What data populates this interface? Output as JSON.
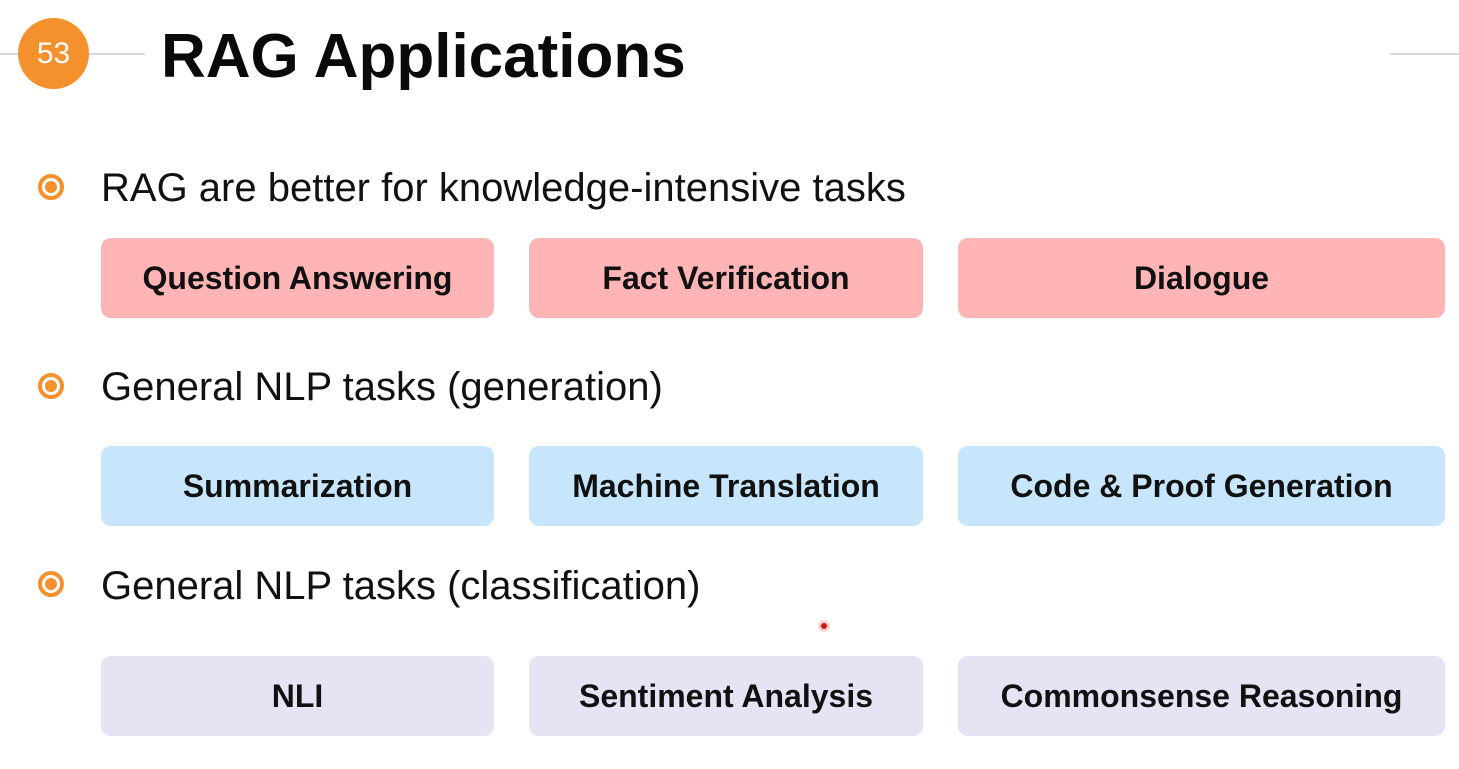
{
  "slide": {
    "number": "53",
    "title": "RAG Applications"
  },
  "sections": [
    {
      "heading": "RAG are better for knowledge-intensive tasks",
      "color": "#ffb5b5",
      "items": [
        "Question Answering",
        "Fact Verification",
        "Dialogue"
      ]
    },
    {
      "heading": "General NLP tasks (generation)",
      "color": "#c7e6fb",
      "items": [
        "Summarization",
        "Machine Translation",
        "Code & Proof Generation"
      ]
    },
    {
      "heading": "General NLP tasks (classification)",
      "color": "#e4e4f5",
      "items": [
        "NLI",
        "Sentiment Analysis",
        "Commonsense Reasoning"
      ]
    }
  ],
  "colors": {
    "accent": "#f4912c",
    "title_text": "#0a0a0a"
  },
  "icons": {
    "bullet": "radio-bullet-icon",
    "pointer": "laser-pointer-icon"
  }
}
